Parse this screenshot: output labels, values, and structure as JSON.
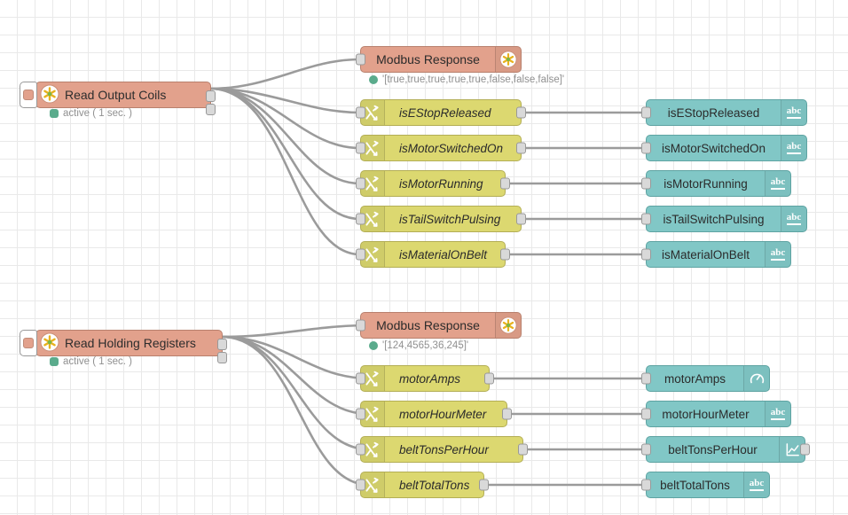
{
  "editor": {
    "background": "#ffffff",
    "grid_color": "#e9e9e9",
    "wire_color": "#9b9b9b"
  },
  "palette": {
    "read_node": "#e2a18c",
    "response_node": "#e2a18c",
    "change_node": "#dcd870",
    "ui_node": "#81c7c6",
    "status_dot": "#5aab8c"
  },
  "flows": [
    {
      "read": {
        "label": "Read Output Coils",
        "icon": "modbus-asterisk-icon",
        "status": "active ( 1 sec. )"
      },
      "response": {
        "label": "Modbus Response",
        "icon": "modbus-asterisk-icon",
        "status": "'[true,true,true,true,true,false,false,false]'"
      },
      "rows": [
        {
          "change_label": "isEStopReleased",
          "ui_label": "isEStopReleased",
          "ui_icon": "abc-text-icon"
        },
        {
          "change_label": "isMotorSwitchedOn",
          "ui_label": "isMotorSwitchedOn",
          "ui_icon": "abc-text-icon"
        },
        {
          "change_label": "isMotorRunning",
          "ui_label": "isMotorRunning",
          "ui_icon": "abc-text-icon"
        },
        {
          "change_label": "isTailSwitchPulsing",
          "ui_label": "isTailSwitchPulsing",
          "ui_icon": "abc-text-icon"
        },
        {
          "change_label": "isMaterialOnBelt",
          "ui_label": "isMaterialOnBelt",
          "ui_icon": "abc-text-icon"
        }
      ]
    },
    {
      "read": {
        "label": "Read Holding Registers",
        "icon": "modbus-asterisk-icon",
        "status": "active ( 1 sec. )"
      },
      "response": {
        "label": "Modbus Response",
        "icon": "modbus-asterisk-icon",
        "status": "'[124,4565,36,245]'"
      },
      "rows": [
        {
          "change_label": "motorAmps",
          "ui_label": "motorAmps",
          "ui_icon": "gauge-icon"
        },
        {
          "change_label": "motorHourMeter",
          "ui_label": "motorHourMeter",
          "ui_icon": "abc-text-icon"
        },
        {
          "change_label": "beltTonsPerHour",
          "ui_label": "beltTonsPerHour",
          "ui_icon": "chart-line-icon"
        },
        {
          "change_label": "beltTotalTons",
          "ui_label": "beltTotalTons",
          "ui_icon": "abc-text-icon"
        }
      ]
    }
  ]
}
